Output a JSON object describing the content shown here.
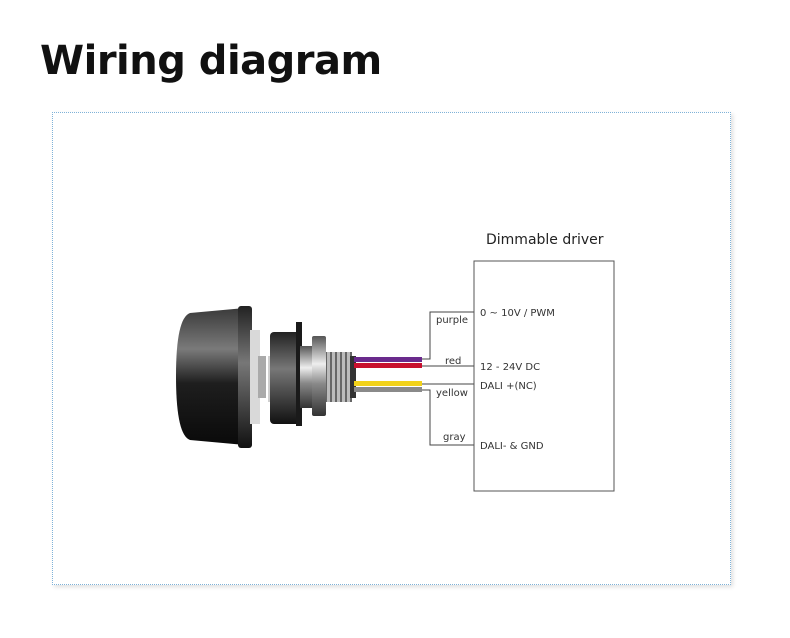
{
  "title": "Wiring diagram",
  "driver": {
    "title": "Dimmable driver",
    "terminals": [
      "0 ~ 10V / PWM",
      "12 - 24V DC",
      "DALI +(NC)",
      "DALI- & GND"
    ]
  },
  "wires": [
    {
      "label": "purple",
      "color": "#6a2a8c"
    },
    {
      "label": "red",
      "color": "#c8102e"
    },
    {
      "label": "yellow",
      "color": "#f2d21b"
    },
    {
      "label": "gray",
      "color": "#8a8a8a"
    }
  ]
}
